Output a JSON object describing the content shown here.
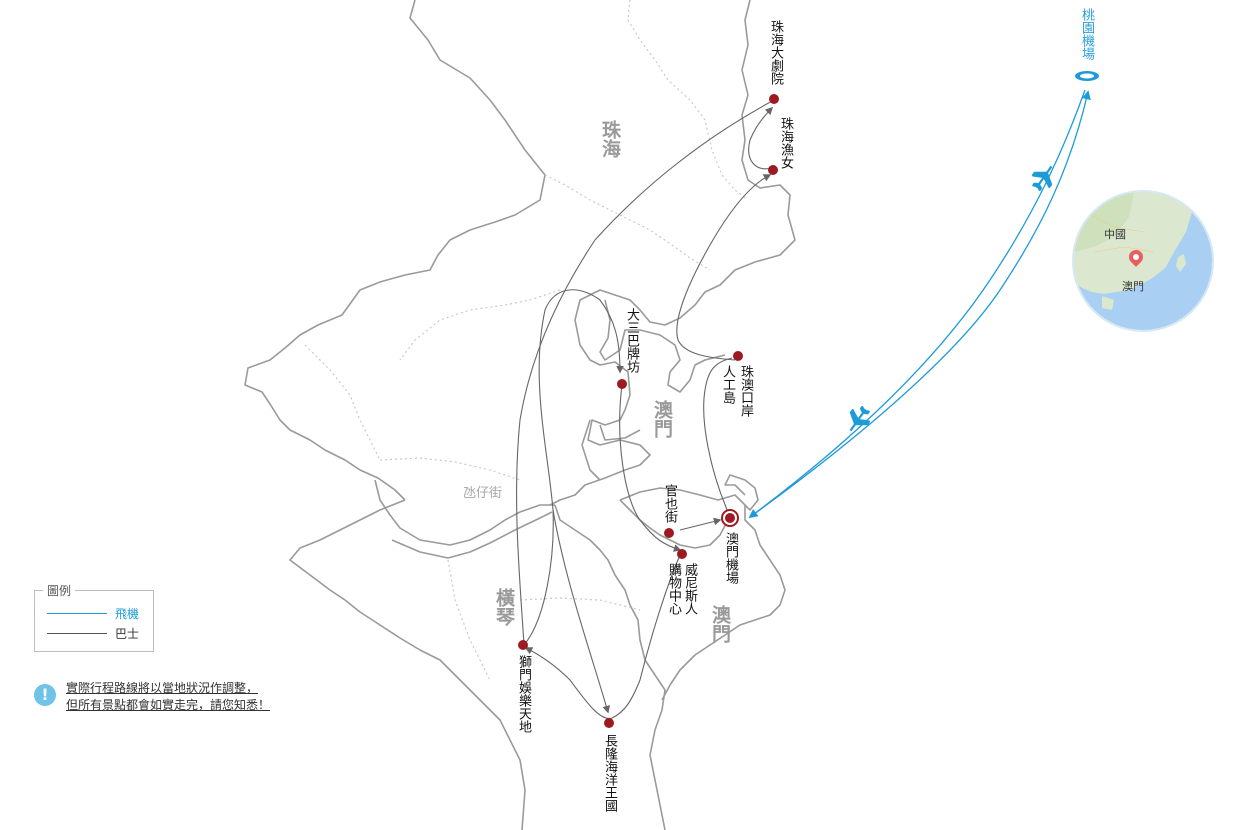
{
  "regions": {
    "zhuhai": "珠海",
    "macau_top": "澳門",
    "macau_bottom": "澳門",
    "hengqin": "橫琴"
  },
  "districts": {
    "taipa": "氹仔街"
  },
  "attractions": [
    {
      "id": "zhuhai-grand-theatre",
      "name": "珠海大劇院"
    },
    {
      "id": "zhuhai-fisher-girl",
      "name": "珠海漁女"
    },
    {
      "id": "ruins-of-st-paul",
      "name": "大三巴牌坊"
    },
    {
      "id": "border-gate",
      "name": "珠澳口岸人工島"
    },
    {
      "id": "rua-do-cunha",
      "name": "官也街"
    },
    {
      "id": "venetian",
      "name": "威尼斯人購物中心"
    },
    {
      "id": "macau-airport",
      "name": "澳門機場"
    },
    {
      "id": "lion-gate",
      "name": "獅門娛樂天地"
    },
    {
      "id": "chimelong",
      "name": "長隆海洋王國"
    }
  ],
  "venetian_lines": [
    "威尼斯人",
    "購物中心"
  ],
  "border_lines": [
    "珠澳口岸",
    "人工島"
  ],
  "taoyuan_airport": "桃園機場",
  "legend": {
    "title": "圖例",
    "flight": "飛機",
    "bus": "巴士"
  },
  "notice": {
    "icon": "!",
    "line1": "實際行程路線將以當地狀況作調整，",
    "line2": "但所有景點都會如實走完，請您知悉！"
  },
  "inset": {
    "china": "中國",
    "macau": "澳門"
  },
  "colors": {
    "flight": "#1e9bd7",
    "bus": "#666666",
    "poi": "#9c1b22",
    "land_border": "#9a9a9a"
  },
  "icons": [
    "airplane-icon",
    "location-pin-icon",
    "exclamation-icon",
    "airport-marker-icon"
  ]
}
